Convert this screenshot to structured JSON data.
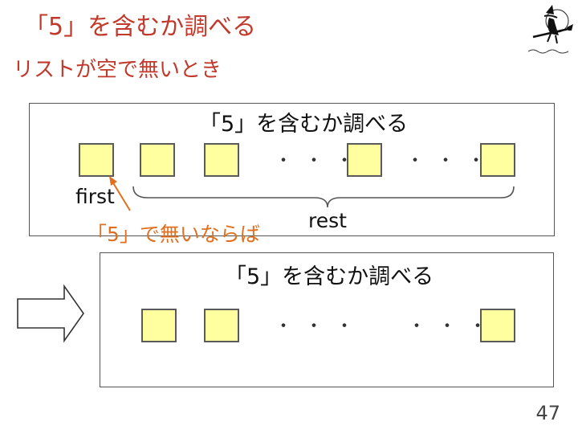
{
  "slide": {
    "title": "「5」を含むか調べる",
    "subtitle": "リストが空で無いとき",
    "page_number": "47"
  },
  "logo": {
    "icon": "witch-on-broom-icon"
  },
  "top_panel": {
    "title": "「5」を含むか調べる",
    "ellipsis_1": "・・・",
    "ellipsis_2": "・・・",
    "first_label": "first",
    "rest_label": "rest",
    "condition_label": "「5」で無いならば"
  },
  "arrow": {
    "icon": "right-arrow-icon"
  },
  "bottom_panel": {
    "title": "「5」を含むか調べる",
    "ellipsis_1": "・・・",
    "ellipsis_2": "・・・"
  },
  "colors": {
    "title": "#c0392b",
    "box_fill": "#ffffa0",
    "condition": "#e07020"
  }
}
